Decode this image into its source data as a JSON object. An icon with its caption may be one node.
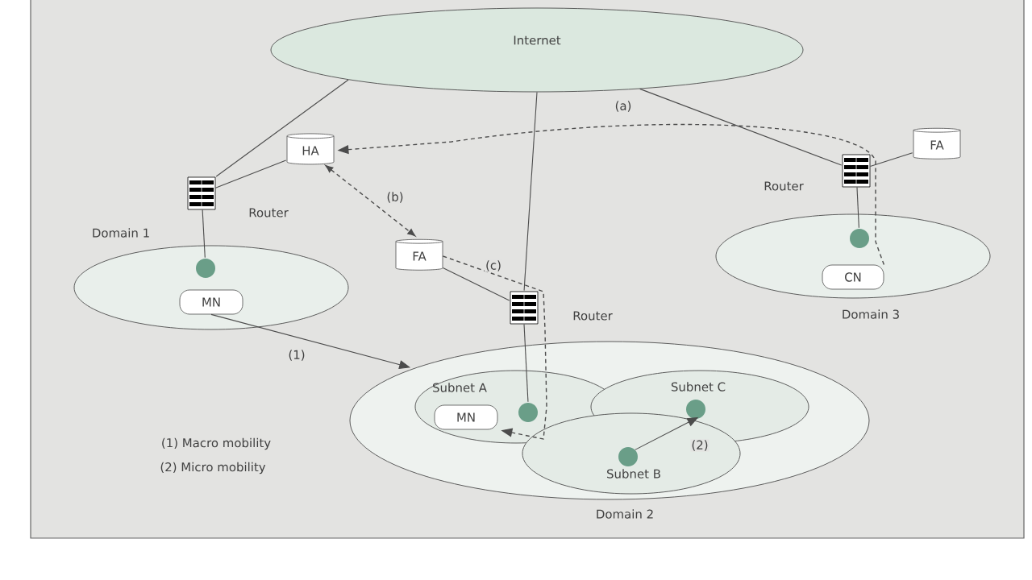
{
  "diagram": {
    "nodes": [
      {
        "text": [
          "Internet"
        ]
      },
      {
        "text": [
          "HA"
        ]
      },
      {
        "text": [],
        "shape": "box",
        "beside": [
          "Router"
        ]
      },
      {
        "text": [
          "Domain 1"
        ]
      },
      {
        "text": [],
        "shape": "circle",
        "in": 3
      },
      {
        "text": [
          "MN"
        ],
        "in": 3
      },
      {
        "text": [
          "FA"
        ]
      },
      {
        "text": [],
        "shape": "box",
        "beside": [
          "Router"
        ]
      },
      {
        "text": [
          "FA"
        ]
      },
      {
        "text": [],
        "shape": "box",
        "beside": [
          "Router"
        ]
      },
      {
        "text": [
          "Domain 3"
        ]
      },
      {
        "text": [],
        "shape": "circle",
        "in": 10
      },
      {
        "text": [
          "CN"
        ],
        "in": 10
      },
      {
        "text": [
          "Domain 2"
        ]
      },
      {
        "text": [
          "Subnet A"
        ],
        "in": 13
      },
      {
        "text": [
          "Subnet C"
        ],
        "in": 13
      },
      {
        "text": [
          "Subnet B"
        ],
        "in": 13
      },
      {
        "text": [
          "MN"
        ],
        "in": 14
      },
      {
        "text": [],
        "shape": "circle",
        "in": 14
      },
      {
        "text": [],
        "shape": "circle",
        "in": 15
      },
      {
        "text": [],
        "shape": "circle",
        "in": 16
      }
    ],
    "edges": [
      {
        "from": 0,
        "to": 2,
        "arrow": "none"
      },
      {
        "from": 2,
        "to": 1,
        "arrow": "none"
      },
      {
        "from": 2,
        "to": 4,
        "arrow": "none"
      },
      {
        "from": 0,
        "to": 7,
        "arrow": "none"
      },
      {
        "from": 7,
        "to": 18,
        "arrow": "none"
      },
      {
        "from": 6,
        "to": 7,
        "arrow": "none"
      },
      {
        "from": 0,
        "to": 9,
        "arrow": "none"
      },
      {
        "from": 9,
        "to": 8,
        "arrow": "none"
      },
      {
        "from": 9,
        "to": 11,
        "arrow": "none"
      },
      {
        "from": 12,
        "to": 1,
        "arrow": "to",
        "style": "dashed",
        "label": "(a)"
      },
      {
        "from": 1,
        "to": 6,
        "arrow": "both",
        "style": "dashed",
        "label": "(b)"
      },
      {
        "from": 6,
        "to": 17,
        "arrow": "to",
        "style": "dashed",
        "label": "(c)"
      },
      {
        "from": 5,
        "to": 13,
        "arrow": "to",
        "label": "(1)"
      },
      {
        "from": 20,
        "to": 19,
        "arrow": "to",
        "label": "(2)"
      }
    ],
    "labels": [
      "(1) Macro mobility",
      "(2) Micro mobility"
    ]
  }
}
